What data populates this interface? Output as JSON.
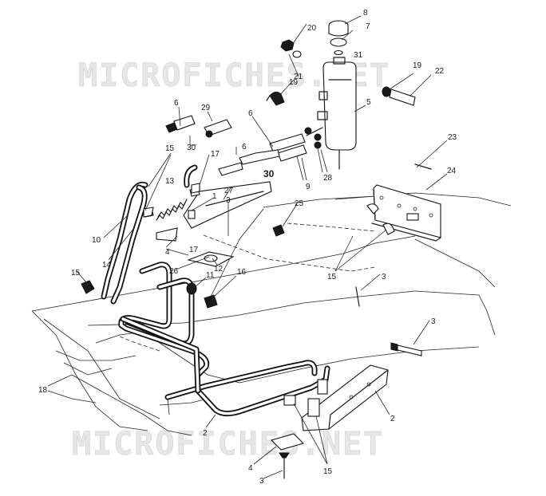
{
  "watermark": {
    "text": "MICROFICHES.NET"
  },
  "callouts": [
    {
      "id": "c-8",
      "text": "8"
    },
    {
      "id": "c-7",
      "text": "7"
    },
    {
      "id": "c-20",
      "text": "20"
    },
    {
      "id": "c-31",
      "text": "31"
    },
    {
      "id": "c-19a",
      "text": "19"
    },
    {
      "id": "c-19b",
      "text": "19"
    },
    {
      "id": "c-22",
      "text": "22"
    },
    {
      "id": "c-21",
      "text": "21"
    },
    {
      "id": "c-5",
      "text": "5"
    },
    {
      "id": "c-6a",
      "text": "6"
    },
    {
      "id": "c-29",
      "text": "29"
    },
    {
      "id": "c-6b",
      "text": "6"
    },
    {
      "id": "c-6c",
      "text": "6"
    },
    {
      "id": "c-30a",
      "text": "30"
    },
    {
      "id": "c-30b",
      "text": "30"
    },
    {
      "id": "c-28",
      "text": "28"
    },
    {
      "id": "c-9",
      "text": "9"
    },
    {
      "id": "c-23",
      "text": "23"
    },
    {
      "id": "c-24",
      "text": "24"
    },
    {
      "id": "c-15a",
      "text": "15"
    },
    {
      "id": "c-17a",
      "text": "17"
    },
    {
      "id": "c-13",
      "text": "13"
    },
    {
      "id": "c-1",
      "text": "1"
    },
    {
      "id": "c-27",
      "text": "27"
    },
    {
      "id": "c-25",
      "text": "25"
    },
    {
      "id": "c-10",
      "text": "10"
    },
    {
      "id": "c-3a",
      "text": "3"
    },
    {
      "id": "c-4a",
      "text": "4"
    },
    {
      "id": "c-17b",
      "text": "17"
    },
    {
      "id": "c-14",
      "text": "14"
    },
    {
      "id": "c-26",
      "text": "26"
    },
    {
      "id": "c-12",
      "text": "12"
    },
    {
      "id": "c-11",
      "text": "11"
    },
    {
      "id": "c-16",
      "text": "16"
    },
    {
      "id": "c-15b",
      "text": "15"
    },
    {
      "id": "c-15c",
      "text": "15"
    },
    {
      "id": "c-3b",
      "text": "3"
    },
    {
      "id": "c-3c",
      "text": "3"
    },
    {
      "id": "c-18",
      "text": "18"
    },
    {
      "id": "c-2a",
      "text": "2"
    },
    {
      "id": "c-2b",
      "text": "2"
    },
    {
      "id": "c-15d",
      "text": "15"
    },
    {
      "id": "c-4b",
      "text": "4"
    },
    {
      "id": "c-3d",
      "text": "3"
    }
  ]
}
